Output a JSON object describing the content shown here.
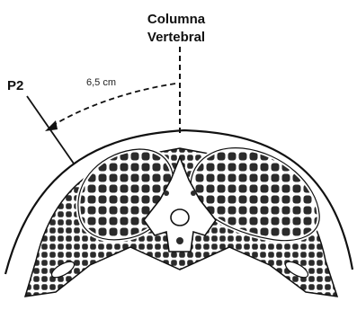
{
  "diagram": {
    "title_line1": "Columna",
    "title_line2": "Vertebral",
    "point_label": "P2",
    "distance_label": "6,5 cm"
  },
  "colors": {
    "ink": "#111111",
    "muscle_dark": "#2b2b2b",
    "muscle_light": "#ffffff"
  }
}
